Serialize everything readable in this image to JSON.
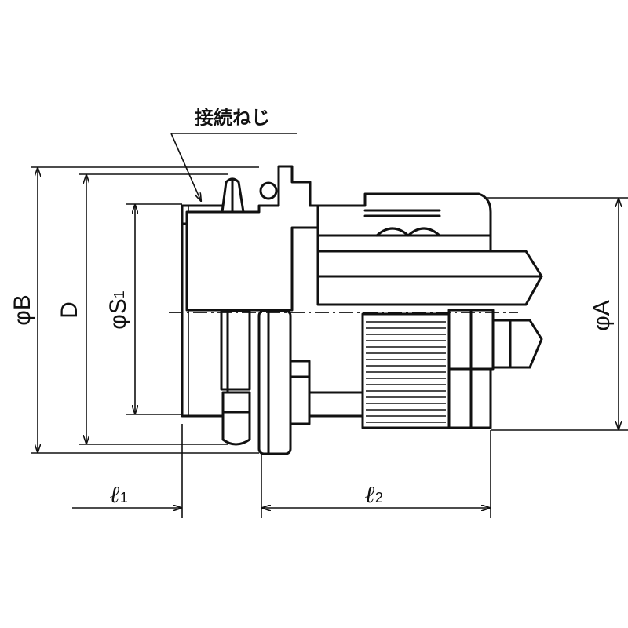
{
  "callout": {
    "thread_label": "接続ねじ"
  },
  "dimensions": {
    "phi_b": {
      "phi": "φ",
      "letter": "B"
    },
    "d": {
      "letter": "D"
    },
    "phi_s1": {
      "phi": "φ",
      "letter": "S",
      "sub": "1"
    },
    "phi_a": {
      "phi": "φ",
      "letter": "A"
    },
    "l1": {
      "letter": "ℓ",
      "sub": "1"
    },
    "l2": {
      "letter": "ℓ",
      "sub": "2"
    }
  }
}
